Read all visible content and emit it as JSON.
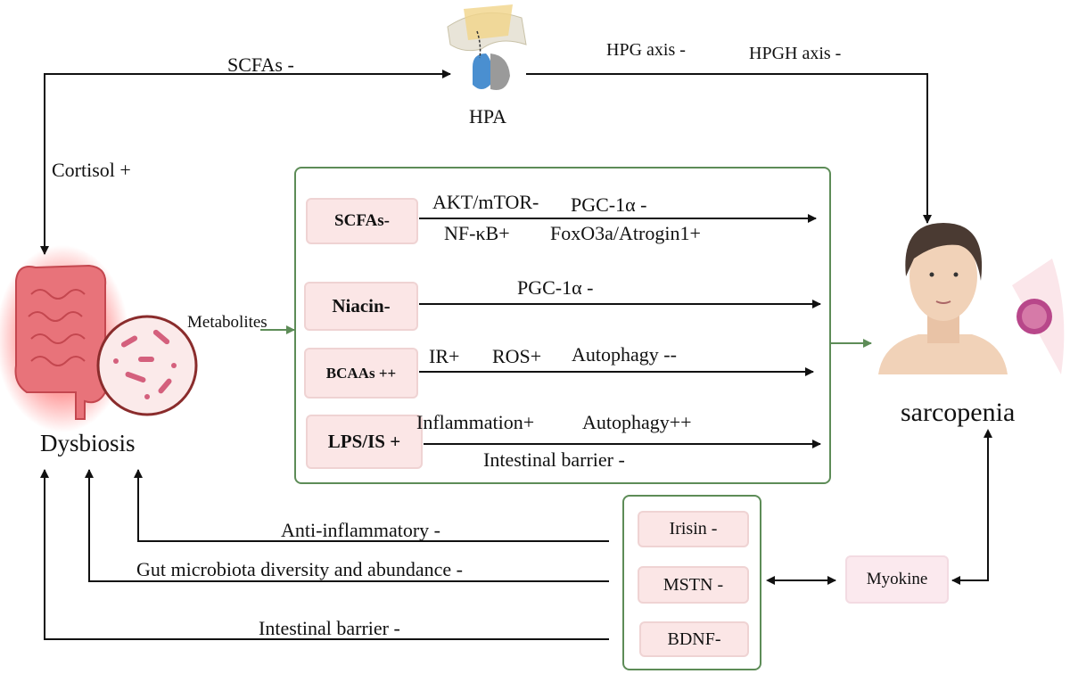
{
  "top": {
    "scfas_label": "SCFAs -",
    "hpa_label": "HPA",
    "hpg_label": "HPG axis -",
    "hpgh_label": "HPGH axis -",
    "cortisol_label": "Cortisol +"
  },
  "left": {
    "dysbiosis_label": "Dysbiosis",
    "metabolites_label": "Metabolites"
  },
  "right": {
    "sarcopenia_label": "sarcopenia"
  },
  "metabolites": [
    {
      "label": "SCFAs-",
      "above": [
        "AKT/mTOR-",
        "PGC-1α -"
      ],
      "below": [
        "NF-κB+",
        "FoxO3a/Atrogin1+"
      ]
    },
    {
      "label": "Niacin-",
      "above": [
        "PGC-1α -"
      ],
      "below": []
    },
    {
      "label": "BCAAs ++",
      "above": [
        "IR+",
        "ROS+",
        "Autophagy --"
      ],
      "below": []
    },
    {
      "label": "LPS/IS +",
      "above": [
        "Inflammation+",
        "Autophagy++"
      ],
      "below": [
        "Intestinal barrier -"
      ]
    }
  ],
  "myokines": {
    "items": [
      "Irisin -",
      "MSTN -",
      "BDNF-"
    ],
    "group_label": "Myokine"
  },
  "feedback": [
    "Anti-inflammatory -",
    "Gut microbiota diversity and abundance -",
    "Intestinal barrier -"
  ],
  "colors": {
    "box_border": "#5d8c57",
    "box_fill": "#fbe6e6",
    "arrow": "#111111",
    "green_arrow": "#5d8c57"
  }
}
